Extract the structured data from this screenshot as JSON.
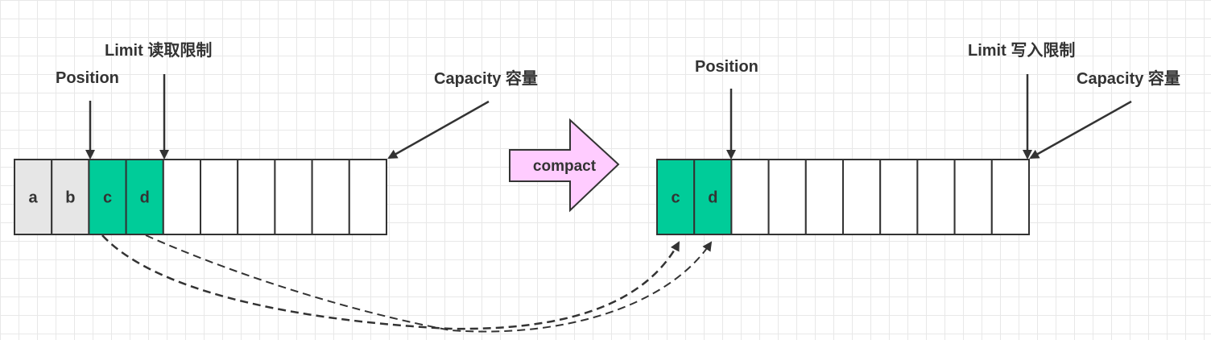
{
  "colors": {
    "consumed_cell": "#e6e6e6",
    "data_cell": "#00cc99",
    "empty_cell": "#ffffff",
    "border": "#333333",
    "compact_arrow_fill": "#ffccff",
    "compact_arrow_border": "#333333"
  },
  "before": {
    "position_label": "Position",
    "limit_label": "Limit 读取限制",
    "capacity_label": "Capacity 容量",
    "cells": [
      "a",
      "b",
      "c",
      "d",
      "",
      "",
      "",
      "",
      "",
      ""
    ]
  },
  "operation": {
    "label": "compact"
  },
  "after": {
    "position_label": "Position",
    "limit_label": "Limit 写入限制",
    "capacity_label": "Capacity 容量",
    "cells": [
      "c",
      "d",
      "",
      "",
      "",
      "",
      "",
      "",
      "",
      ""
    ]
  }
}
